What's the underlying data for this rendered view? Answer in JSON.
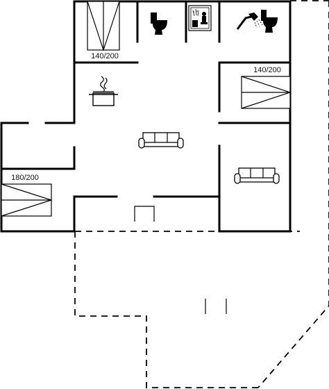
{
  "plan": {
    "beds": [
      {
        "id": "bed-top-left",
        "label": "140/200"
      },
      {
        "id": "bed-right",
        "label": "140/200"
      },
      {
        "id": "bed-left",
        "label": "180/200"
      }
    ],
    "icons": [
      "toilet-icon",
      "sauna-icon",
      "shower-toilet-icon",
      "cooking-pot-icon",
      "sofa-icon"
    ]
  }
}
